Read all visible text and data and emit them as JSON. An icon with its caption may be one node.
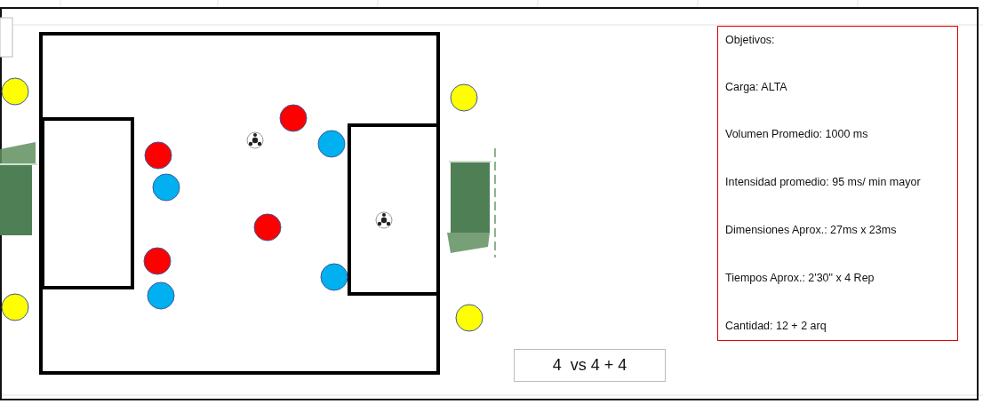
{
  "diagram": {
    "nodes": [
      {
        "text": [
          "Objetivos:",
          "Carga: ALTA",
          "Volumen Promedio: 1000 ms",
          "Intensidad promedio: 95 ms/ min mayor",
          "Dimensiones Aprox.: 27ms x 23ms",
          "Tiempos Aprox.: 2'30\" x 4 Rep",
          "Cantidad: 12 + 2 arq"
        ]
      },
      {
        "text": [
          "4  vs 4 + 4"
        ]
      }
    ]
  }
}
